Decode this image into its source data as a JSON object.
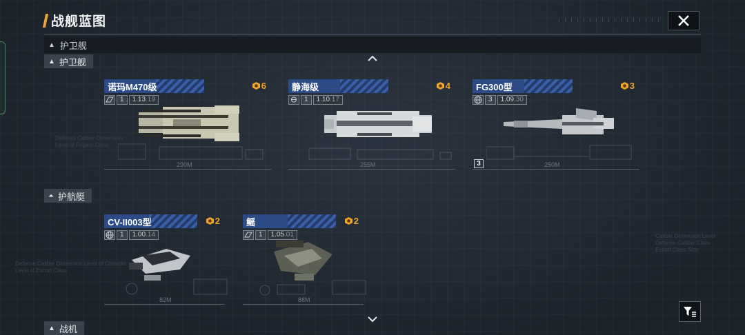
{
  "header": {
    "title": "战舰蓝图"
  },
  "sticky_category": "护卫舰",
  "categories": {
    "frigate": "护卫舰",
    "corvette": "护航艇",
    "next": "战机"
  },
  "ships": [
    {
      "name": "诺玛M470级",
      "count": "6",
      "version_num": "1",
      "version_main": "1.13",
      "version_sub": ".19",
      "length": "290M",
      "icon": "class-icon"
    },
    {
      "name": "静海级",
      "count": "4",
      "version_num": "1",
      "version_main": "1.10",
      "version_sub": ".17",
      "length": "255M",
      "icon": "class-icon"
    },
    {
      "name": "FG300型",
      "count": "3",
      "version_num": "3",
      "version_main": "1.09",
      "version_sub": ".30",
      "length": "250M",
      "icon": "globe-icon",
      "tier": "3"
    },
    {
      "name": "CV-II003型",
      "count": "2",
      "version_num": "1",
      "version_main": "1.00",
      "version_sub": ".14",
      "length": "82M",
      "icon": "globe-icon"
    },
    {
      "name": "鳐",
      "count": "2",
      "version_num": "1",
      "version_main": "1.05",
      "version_sub": ".01",
      "length": "88M",
      "icon": "class-icon"
    }
  ],
  "colors": {
    "accent": "#e8a43a",
    "name_bar": "#2b4a86",
    "count": "#f0a52b"
  }
}
